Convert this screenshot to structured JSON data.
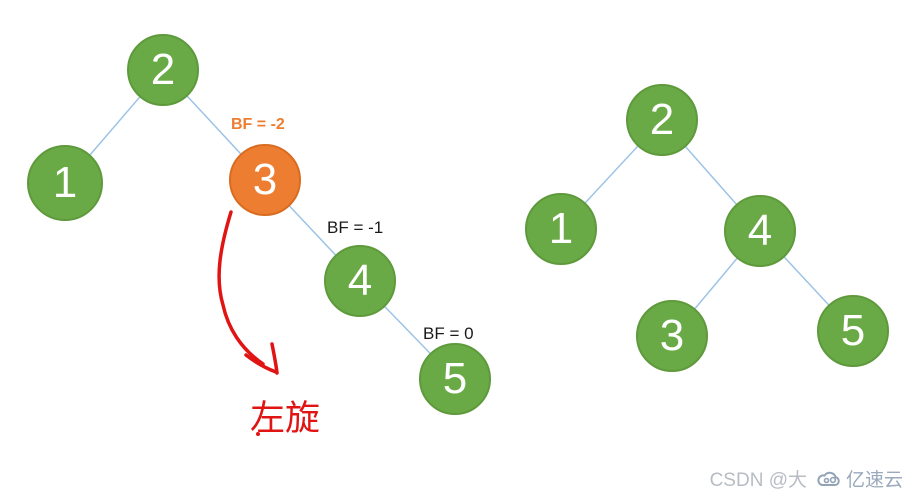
{
  "diagram": {
    "trees": {
      "before": {
        "nodes": [
          {
            "value": "2",
            "role": "root"
          },
          {
            "value": "1",
            "role": "left-child"
          },
          {
            "value": "3",
            "role": "unbalanced-node",
            "highlight": true
          },
          {
            "value": "4",
            "role": "right-child"
          },
          {
            "value": "5",
            "role": "right-right-child"
          }
        ],
        "bf_labels": [
          {
            "text": "BF = -2",
            "emphasis": true
          },
          {
            "text": "BF = -1",
            "emphasis": false
          },
          {
            "text": "BF = 0",
            "emphasis": false
          }
        ]
      },
      "after": {
        "nodes": [
          {
            "value": "2",
            "role": "root"
          },
          {
            "value": "1",
            "role": "left-child"
          },
          {
            "value": "4",
            "role": "right-child"
          },
          {
            "value": "3",
            "role": "right-left-child"
          },
          {
            "value": "5",
            "role": "right-right-child"
          }
        ]
      }
    },
    "annotation": {
      "rotation_label": "左旋"
    }
  },
  "watermark": {
    "author_text": "CSDN @大",
    "logo_text": "亿速云"
  },
  "colors": {
    "node_green": "#6AAA46",
    "node_green_border": "#5E9A3C",
    "node_orange": "#ED7D31",
    "node_orange_border": "#D96C20",
    "edge_blue": "#9DC3E6",
    "annotation_red": "#E11414"
  }
}
